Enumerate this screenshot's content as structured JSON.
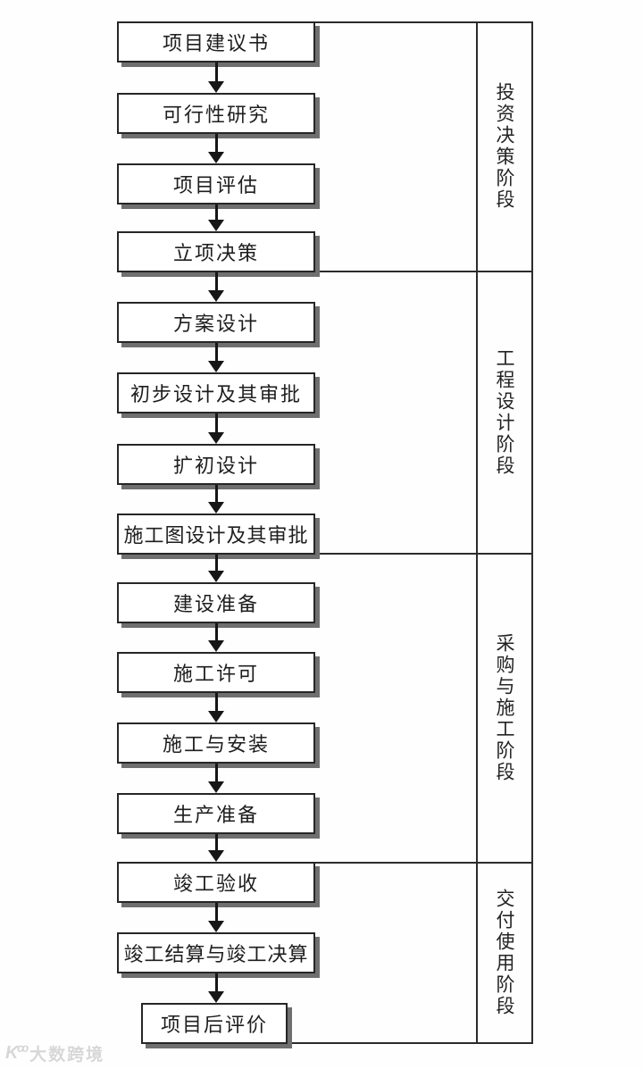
{
  "steps": [
    "项目建议书",
    "可行性研究",
    "项目评估",
    "立项决策",
    "方案设计",
    "初步设计及其审批",
    "扩初设计",
    "施工图设计及其审批",
    "建设准备",
    "施工许可",
    "施工与安装",
    "生产准备",
    "竣工验收",
    "竣工结算与竣工决算",
    "项目后评价"
  ],
  "phases": [
    "投资决策阶段",
    "工程设计阶段",
    "采购与施工阶段",
    "交付使用阶段"
  ],
  "watermark": {
    "logo": "Kºº",
    "text": "大数跨境"
  },
  "colors": {
    "background": "#fefefe",
    "line": "#2b2b2b",
    "box_border": "#262626",
    "box_shadow": "#6f6f6f",
    "text": "#1e1e1e",
    "watermark": "#d7d7d7"
  }
}
